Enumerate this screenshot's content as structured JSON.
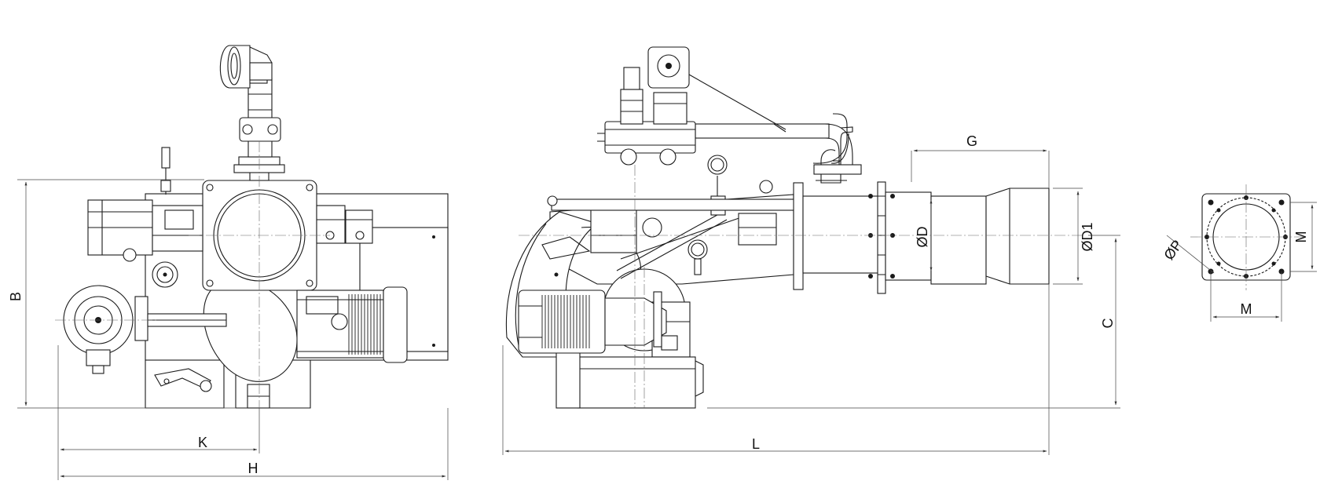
{
  "dimension_labels": {
    "B": "B",
    "K": "K",
    "H": "H",
    "L": "L",
    "G": "G",
    "C": "C",
    "D": "ØD",
    "D1": "ØD1",
    "M_vertical": "M",
    "M_horizontal": "M",
    "P": "ØP"
  }
}
